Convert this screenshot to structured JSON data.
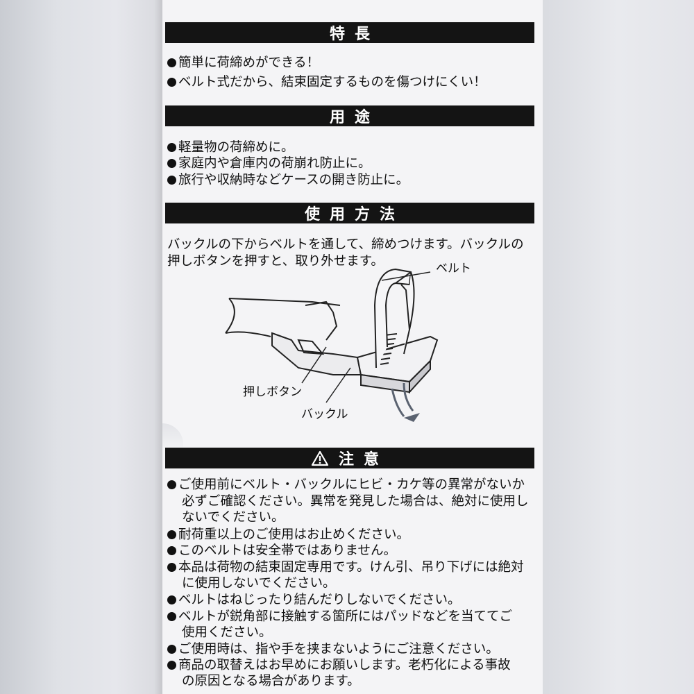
{
  "sections": {
    "features": {
      "title": "特長",
      "items": [
        "簡単に荷締めができる！",
        "ベルト式だから、結束固定するものを傷つけにくい！"
      ]
    },
    "uses": {
      "title": "用途",
      "items": [
        "軽量物の荷締めに。",
        "家庭内や倉庫内の荷崩れ防止に。",
        "旅行や収納時などケースの開き防止に。"
      ]
    },
    "usage": {
      "title": "使用方法",
      "lines": [
        "バックルの下からベルトを通して、締めつけます。バックルの",
        "押しボタンを押すと、取り外せます。"
      ],
      "labels": {
        "belt": "ベルト",
        "push_button": "押しボタン",
        "buckle": "バックル"
      }
    },
    "caution": {
      "title": "注意",
      "icon": "warning-triangle-icon",
      "lines": [
        "ご使用前にベルト・バックルにヒビ・カケ等の異常がないか",
        "必ずご確認ください。異常を発見した場合は、絶対に使用し",
        "ないでください。",
        "耐荷重以上のご使用はお止めください。",
        "このベルトは安全帯ではありません。",
        "本品は荷物の結束固定専用です。けん引、吊り下げには絶対",
        "に使用しないでください。",
        "ベルトはねじったり結んだりしないでください。",
        "ベルトが鋭角部に接触する箇所にはパッドなどを当ててご",
        "使用ください。",
        "ご使用時は、指や手を挟まないようにご注意ください。",
        "商品の取替えはお早めにお願いします。老朽化による事故",
        "の原因となる場合があります。"
      ]
    }
  },
  "colors": {
    "header_bg": "#141414",
    "header_text": "#ffffff",
    "panel_bg": "#f4f4f6",
    "accent_arrow": "#5a6270"
  }
}
